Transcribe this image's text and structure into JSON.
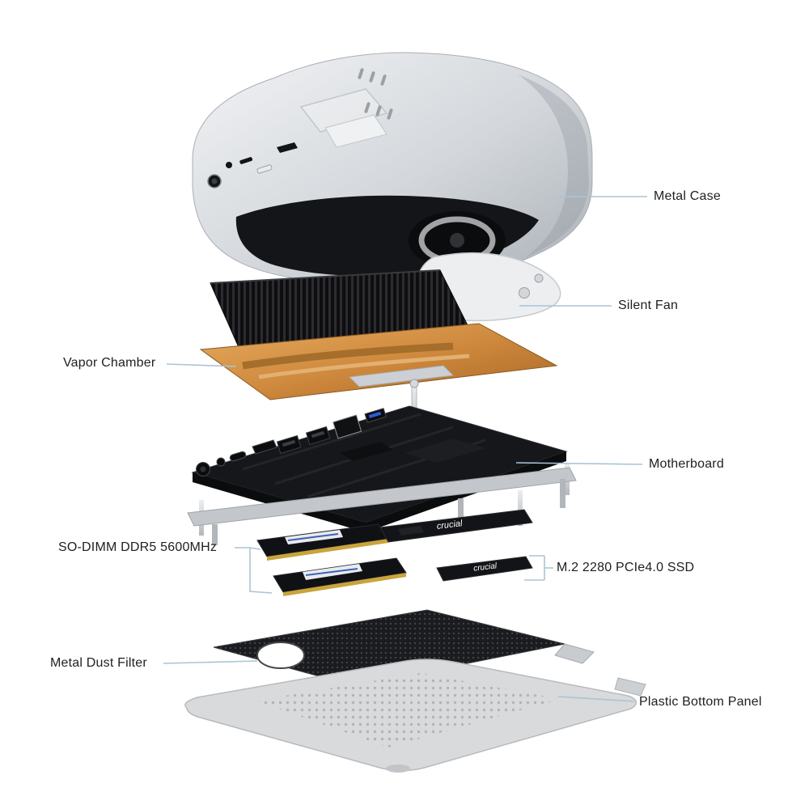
{
  "page": {
    "background": "#ffffff"
  },
  "diagram": {
    "type": "exploded-view",
    "leader_line_color": "#aac4d4",
    "label_text_color": "#1f1f1f",
    "labels": [
      {
        "part": "metal-case",
        "text": "Metal Case",
        "side": "right"
      },
      {
        "part": "silent-fan",
        "text": "Silent Fan",
        "side": "right"
      },
      {
        "part": "vapor-chamber",
        "text": "Vapor Chamber",
        "side": "left"
      },
      {
        "part": "motherboard",
        "text": "Motherboard",
        "side": "right"
      },
      {
        "part": "so-dimm",
        "text": "SO-DIMM DDR5 5600MHz",
        "side": "left"
      },
      {
        "part": "m2-ssd",
        "text": "M.2 2280 PCIe4.0 SSD",
        "side": "right"
      },
      {
        "part": "metal-dust-filter",
        "text": "Metal Dust Filter",
        "side": "left"
      },
      {
        "part": "plastic-bottom-panel",
        "text": "Plastic Bottom Panel",
        "side": "right"
      }
    ],
    "component_markings": {
      "ssd_brand": "crucial"
    },
    "colors": {
      "case_silver": "#d9dcdf",
      "copper": "#c8813f",
      "pcb": "#16171a",
      "mesh": "#1b1c1f",
      "bottom_panel": "#d8dadc"
    }
  }
}
